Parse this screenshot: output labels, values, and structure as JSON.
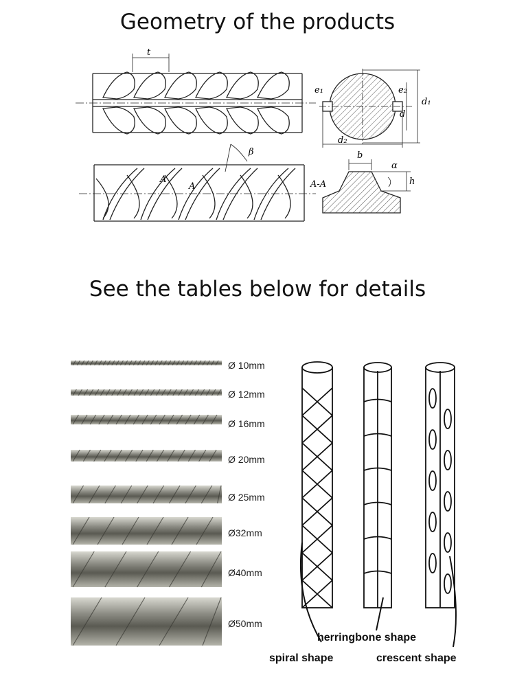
{
  "title": "Geometry of the products",
  "subtitle": "See the tables below for details",
  "diagram_labels": {
    "pitch": "t",
    "e1": "e₁",
    "e2": "e₂",
    "d": "d",
    "d1": "d₁",
    "d2": "d₂",
    "beta": "β",
    "section": "A-A",
    "a1": "A",
    "a2": "A",
    "b": "b",
    "alpha": "α",
    "h": "h"
  },
  "rebar_sizes": [
    {
      "label": "Ø 10mm",
      "diameter_mm": 10
    },
    {
      "label": "Ø 12mm",
      "diameter_mm": 12
    },
    {
      "label": "Ø 16mm",
      "diameter_mm": 16
    },
    {
      "label": "Ø 20mm",
      "diameter_mm": 20
    },
    {
      "label": "Ø 25mm",
      "diameter_mm": 25
    },
    {
      "label": "Ø32mm",
      "diameter_mm": 32
    },
    {
      "label": "Ø40mm",
      "diameter_mm": 40
    },
    {
      "label": "Ø50mm",
      "diameter_mm": 50
    }
  ],
  "shape_labels": {
    "herringbone": "herringbone shape",
    "spiral": "spiral shape",
    "crescent": "crescent shape"
  }
}
